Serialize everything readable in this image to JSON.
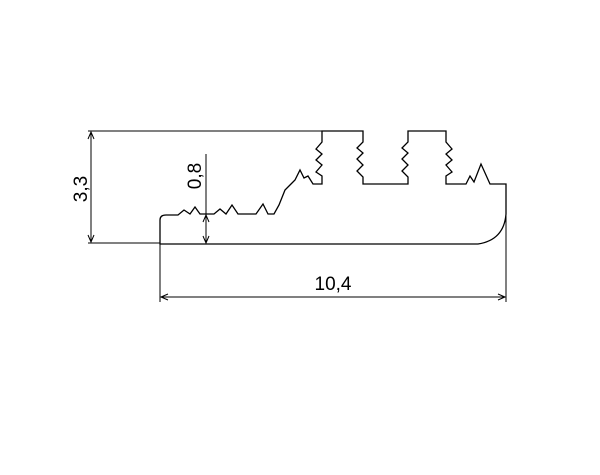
{
  "dimensions": {
    "total_height": "3,3",
    "step_height": "0,8",
    "total_width": "10,4"
  },
  "colors": {
    "line": "#000000",
    "background": "#ffffff"
  }
}
